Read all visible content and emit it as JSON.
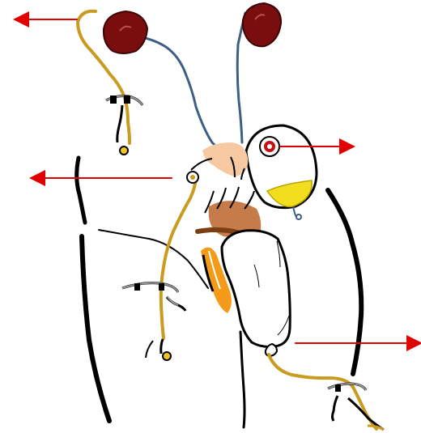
{
  "diagram": {
    "colors": {
      "background": "#ffffff",
      "outline": "#000000",
      "arrow": "#e00000",
      "organ": "#7a0d0d",
      "vessel": "#3d5f86",
      "tube": "#c99b20",
      "tissue": "#f7c9a3",
      "bulb_yellow": "#f2dd1e",
      "orange_dark": "#d85a10",
      "orange_light": "#f39a18",
      "clamp_gray": "#999999",
      "ring_red": "#c41010"
    },
    "icons": [
      "arrow-left-top",
      "arrow-left-middle",
      "arrow-right-upper",
      "arrow-right-lower",
      "organ-left",
      "organ-right",
      "drain-bag",
      "clamp-top",
      "clamp-middle",
      "clamp-bottom"
    ]
  }
}
